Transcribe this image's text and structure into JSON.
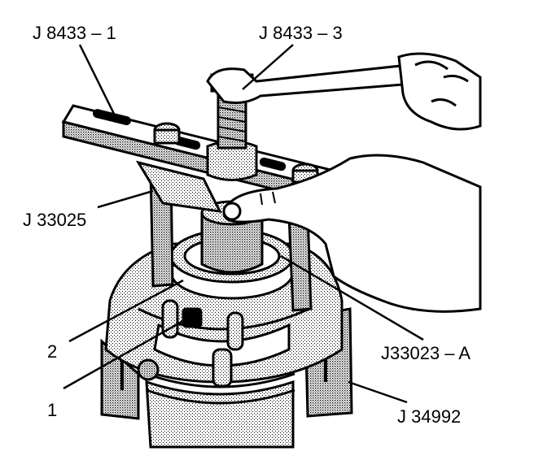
{
  "figure": {
    "callouts": {
      "tool_1": "J 8433 – 1",
      "tool_3": "J 8433 – 3",
      "installer": "J 33025",
      "seal_tool": "J33023 – A",
      "holder": "J 34992",
      "part_2": "2",
      "part_1": "1"
    }
  }
}
